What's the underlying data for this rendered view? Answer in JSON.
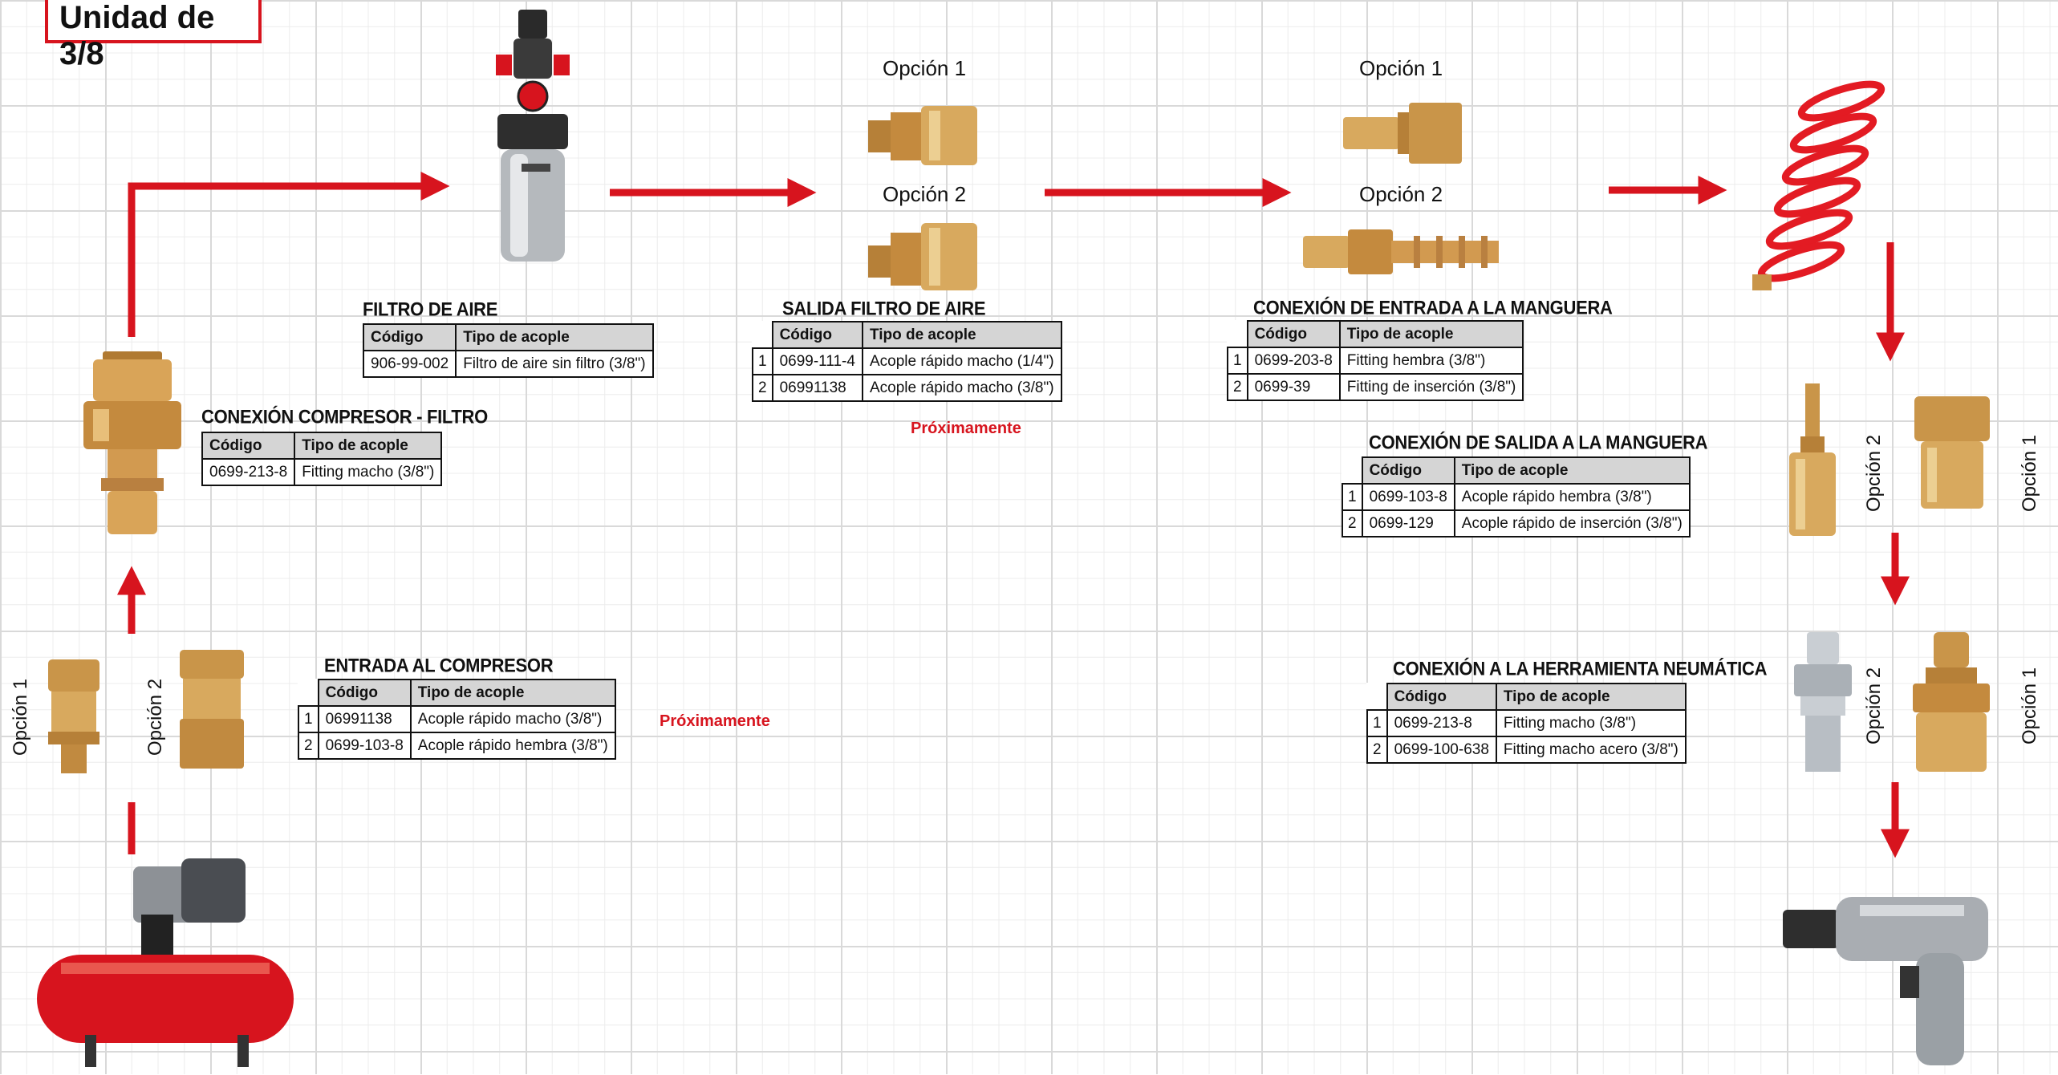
{
  "title": "Unidad de 3/8",
  "colors": {
    "accent": "#d7141e",
    "header_fill": "#d5d5d5",
    "brass": "#c9954a"
  },
  "headers": {
    "code": "Código",
    "type": "Tipo de acople"
  },
  "option_labels": {
    "opt1": "Opción 1",
    "opt2": "Opción 2"
  },
  "soon": "Próximamente",
  "sections": {
    "compressor_filter": {
      "title": "CONEXIÓN COMPRESOR - FILTRO",
      "rows": [
        {
          "code": "0699-213-8",
          "type": "Fitting macho (3/8\")"
        }
      ]
    },
    "air_filter": {
      "title": "FILTRO DE AIRE",
      "rows": [
        {
          "code": "906-99-002",
          "type": "Filtro de aire sin filtro (3/8\")"
        }
      ]
    },
    "filter_output": {
      "title": "SALIDA FILTRO DE AIRE",
      "rows": [
        {
          "n": "1",
          "code": "0699-111-4",
          "type": "Acople rápido macho (1/4\")"
        },
        {
          "n": "2",
          "code": "06991138",
          "type": "Acople rápido macho (3/8\")"
        }
      ]
    },
    "hose_input": {
      "title": "CONEXIÓN DE ENTRADA A LA MANGUERA",
      "rows": [
        {
          "n": "1",
          "code": "0699-203-8",
          "type": "Fitting hembra (3/8\")"
        },
        {
          "n": "2",
          "code": "0699-39",
          "type": "Fitting de inserción (3/8\")"
        }
      ]
    },
    "hose_output": {
      "title": "CONEXIÓN DE SALIDA A LA MANGUERA",
      "rows": [
        {
          "n": "1",
          "code": "0699-103-8",
          "type": "Acople rápido hembra (3/8\")"
        },
        {
          "n": "2",
          "code": "0699-129",
          "type": "Acople rápido de inserción (3/8\")"
        }
      ]
    },
    "compressor_input": {
      "title": "ENTRADA AL COMPRESOR",
      "rows": [
        {
          "n": "1",
          "code": "06991138",
          "type": "Acople rápido macho (3/8\")"
        },
        {
          "n": "2",
          "code": "0699-103-8",
          "type": "Acople rápido hembra (3/8\")"
        }
      ]
    },
    "tool_connection": {
      "title": "CONEXIÓN A LA HERRAMIENTA NEUMÁTICA",
      "rows": [
        {
          "n": "1",
          "code": "0699-213-8",
          "type": "Fitting macho (3/8\")"
        },
        {
          "n": "2",
          "code": "0699-100-638",
          "type": "Fitting macho acero (3/8\")"
        }
      ]
    }
  }
}
